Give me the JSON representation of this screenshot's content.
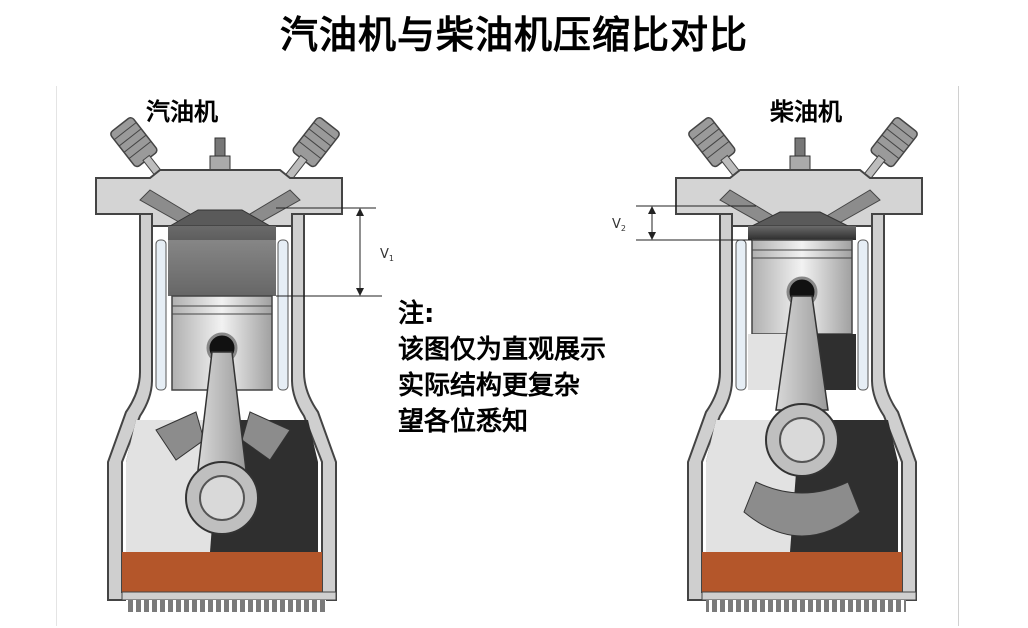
{
  "title": "汽油机与柴油机压缩比对比",
  "engines": {
    "gasoline": {
      "label": "汽油机",
      "volume_label": "V",
      "volume_sub": "1"
    },
    "diesel": {
      "label": "柴油机",
      "volume_label": "V",
      "volume_sub": "2"
    }
  },
  "note": {
    "heading": "注:",
    "lines": [
      "该图仅为直观展示",
      "实际结构更复杂",
      "望各位悉知"
    ]
  },
  "colors": {
    "oil": "#b4562a",
    "piston_dark": "#3c3c3c",
    "metal_light": "#c8c8c8",
    "metal_mid": "#8a8a8a",
    "frame_outline": "#555555",
    "coolant_channel": "#cfe0ee"
  }
}
